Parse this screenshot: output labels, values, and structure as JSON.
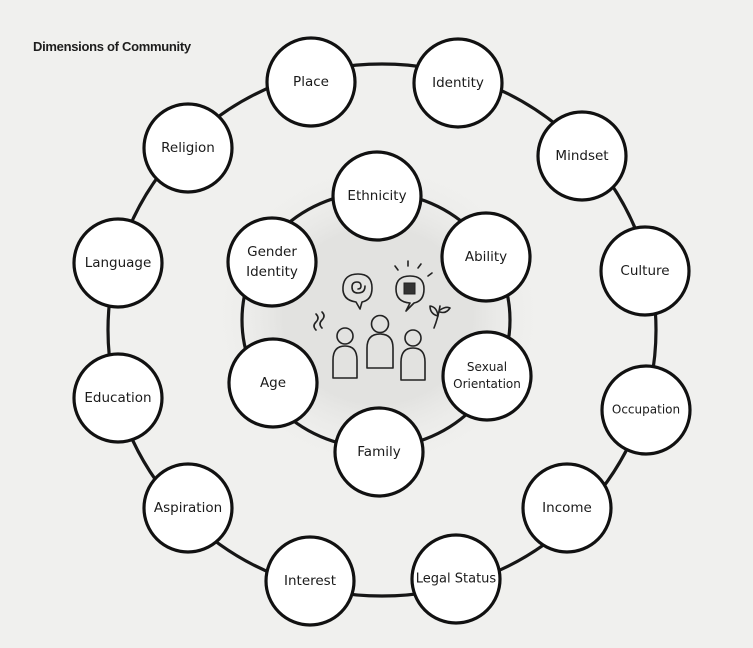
{
  "title": "Dimensions of Community",
  "outer_ring": [
    {
      "id": "place",
      "label": [
        "Place"
      ]
    },
    {
      "id": "identity",
      "label": [
        "Identity"
      ]
    },
    {
      "id": "mindset",
      "label": [
        "Mindset"
      ]
    },
    {
      "id": "culture",
      "label": [
        "Culture"
      ]
    },
    {
      "id": "occupation",
      "label": [
        "Occupation"
      ]
    },
    {
      "id": "income",
      "label": [
        "Income"
      ]
    },
    {
      "id": "legal-status",
      "label": [
        "Legal Status"
      ]
    },
    {
      "id": "interest",
      "label": [
        "Interest"
      ]
    },
    {
      "id": "aspiration",
      "label": [
        "Aspiration"
      ]
    },
    {
      "id": "education",
      "label": [
        "Education"
      ]
    },
    {
      "id": "language",
      "label": [
        "Language"
      ]
    },
    {
      "id": "religion",
      "label": [
        "Religion"
      ]
    }
  ],
  "inner_ring": [
    {
      "id": "ethnicity",
      "label": [
        "Ethnicity"
      ]
    },
    {
      "id": "ability",
      "label": [
        "Ability"
      ]
    },
    {
      "id": "sexual-orientation",
      "label": [
        "Sexual",
        "Orientation"
      ]
    },
    {
      "id": "family",
      "label": [
        "Family"
      ]
    },
    {
      "id": "age",
      "label": [
        "Age"
      ]
    },
    {
      "id": "gender-identity",
      "label": [
        "Gender",
        "Identity"
      ]
    }
  ],
  "center_illustration_icon": "people-talking-icon"
}
